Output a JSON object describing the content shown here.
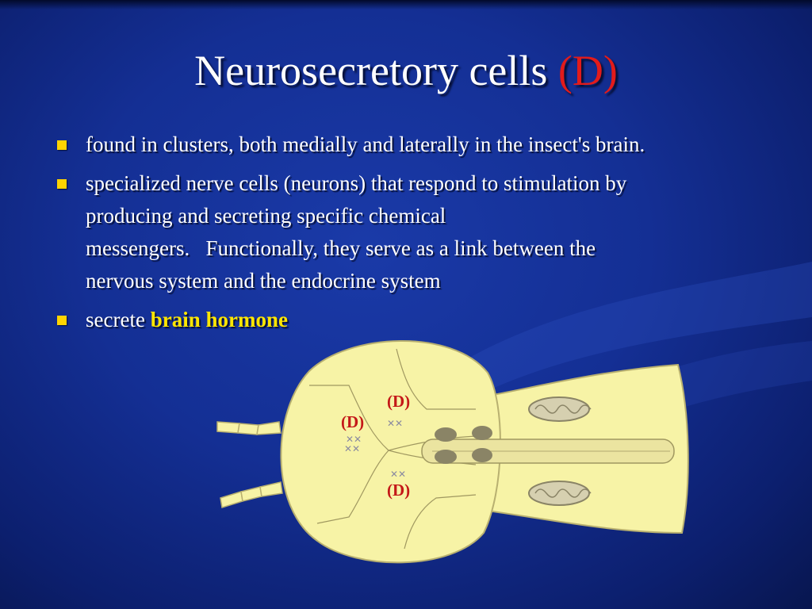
{
  "slide": {
    "title_main": "Neurosecretory cells",
    "title_accent": "(D)",
    "bullets": [
      {
        "text": "found in clusters, both medially and laterally in the insect's brain."
      },
      {
        "line1": "specialized nerve cells (neurons) that respond to stimulation by",
        "line2": "producing and secreting specific chemical",
        "line3": "messengers.   Functionally, they serve as a link between the",
        "line4": "nervous system and the endocrine system"
      },
      {
        "prefix": "secrete ",
        "highlight": "brain hormone"
      }
    ]
  },
  "diagram": {
    "labels": [
      "(D)",
      "(D)",
      "(D)"
    ]
  },
  "colors": {
    "background": "#142f94",
    "title_text": "#ffffff",
    "title_accent": "#e21b1b",
    "bullet_marker": "#ffd400",
    "highlight": "#ffe600",
    "diagram_fill": "#f7f3a6",
    "diagram_label": "#c41818"
  }
}
